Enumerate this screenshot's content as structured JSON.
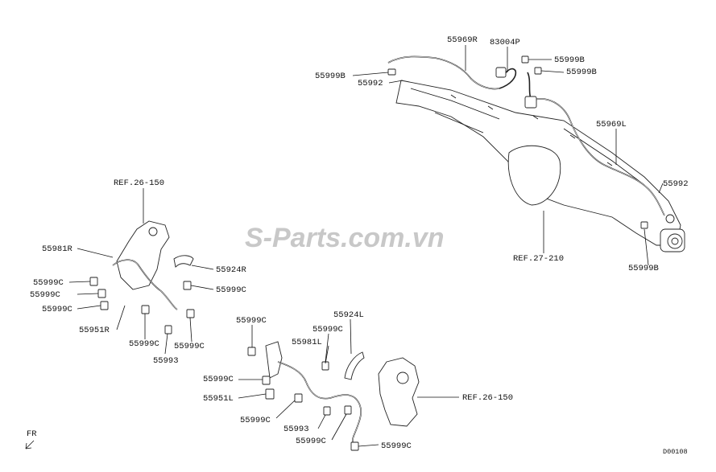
{
  "watermark": "S-Parts.com.vn",
  "diagram_code": "D00108",
  "direction_marker": "FR",
  "callouts": {
    "c55969R": "55969R",
    "c83004P": "83004P",
    "c55999B_1": "55999B",
    "c55999B_2": "55999B",
    "c55999B_3": "55999B",
    "c55999B_4": "55999B",
    "c55992_1": "55992",
    "c55992_2": "55992",
    "c55969L": "55969L",
    "cREF27": "REF.27-210",
    "cREF26_1": "REF.26-150",
    "cREF26_2": "REF.26-150",
    "c55981R": "55981R",
    "c55924R": "55924R",
    "c55999C_1": "55999C",
    "c55999C_2": "55999C",
    "c55999C_3": "55999C",
    "c55999C_4": "55999C",
    "c55999C_5": "55999C",
    "c55999C_6": "55999C",
    "c55951R": "55951R",
    "c55993_1": "55993",
    "c55999C_7": "55999C",
    "c55924L": "55924L",
    "c55999C_8": "55999C",
    "c55981L": "55981L",
    "c55999C_9": "55999C",
    "c55951L": "55951L",
    "c55999C_10": "55999C",
    "c55993_2": "55993",
    "c55999C_11": "55999C",
    "c55999C_12": "55999C"
  }
}
